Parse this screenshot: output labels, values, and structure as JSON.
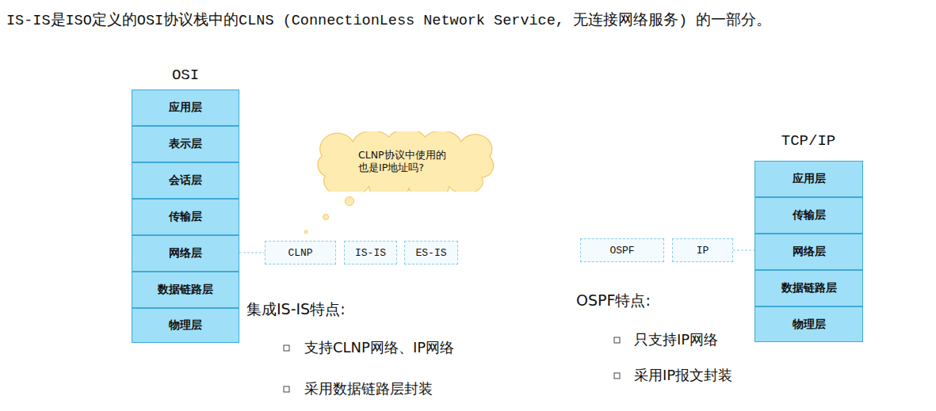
{
  "diagram": {
    "title": "IS-IS是ISO定义的OSI协议栈中的CLNS (ConnectionLess Network Service, 无连接网络服务) 的一部分。",
    "nodes": [
      {
        "text": [
          "应用层"
        ]
      },
      {
        "text": [
          "表示层"
        ]
      },
      {
        "text": [
          "会话层"
        ]
      },
      {
        "text": [
          "传输层"
        ]
      },
      {
        "text": [
          "网络层"
        ]
      },
      {
        "text": [
          "数据链路层"
        ]
      },
      {
        "text": [
          "物理层"
        ]
      },
      {
        "text": [
          "CLNP协议中使用的也是IP地址吗?"
        ]
      },
      {
        "text": [
          "CLNP"
        ]
      },
      {
        "text": [
          "IS-IS"
        ]
      },
      {
        "text": [
          "ES-IS"
        ]
      },
      {
        "text": [
          "OSPF"
        ]
      },
      {
        "text": [
          "IP"
        ]
      },
      {
        "text": [
          "应用层"
        ]
      },
      {
        "text": [
          "传输层"
        ]
      },
      {
        "text": [
          "网络层"
        ]
      },
      {
        "text": [
          "数据链路层"
        ]
      },
      {
        "text": [
          "物理层"
        ]
      }
    ],
    "edges": [
      {
        "from": 4,
        "to": 8,
        "arrow": "none"
      },
      {
        "from": 12,
        "to": 15,
        "arrow": "none"
      }
    ],
    "labels": [
      "OSI",
      "TCP/IP",
      "集成IS-IS特点:",
      "支持CLNP网络、IP网络",
      "采用数据链路层封装",
      "OSPF特点:",
      "只支持IP网络",
      "采用IP报文封装"
    ]
  }
}
